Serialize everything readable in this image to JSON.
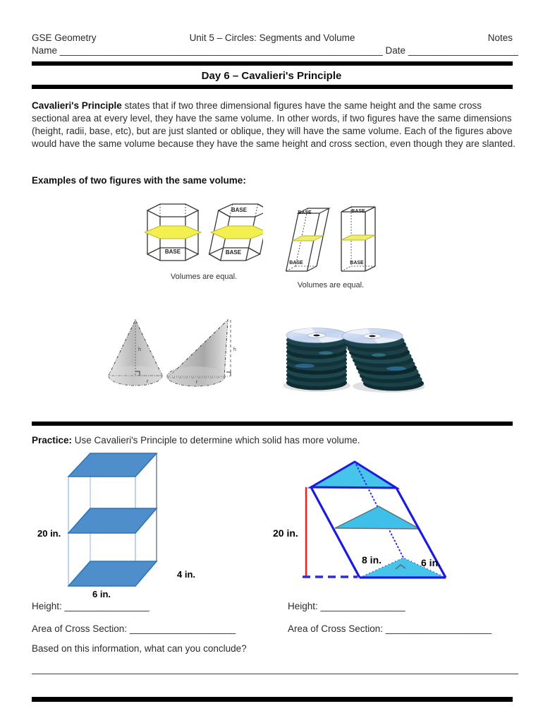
{
  "page": {
    "header": {
      "course": "GSE Geometry",
      "unit": "Unit 5 – Circles: Segments and Volume",
      "doc_type": "Notes",
      "name_label": "Name",
      "name_blank": "_____________________________________________________________",
      "date_label": "Date",
      "date_blank": "__________________________"
    },
    "title": "Day 6 – Cavalieri's Principle",
    "intro": {
      "lead": "Cavalieri's Principle",
      "body": " states that if two three dimensional figures have the same height and the same cross sectional area at every level, they have the same volume.  In other words, if two figures have the same dimensions (height, radii, base, etc), but are just slanted or oblique, they will have the same volume.  Each of the figures above would have the same volume because they have the same height and cross section, even though they are slanted."
    },
    "examples_heading": "Examples of two figures with the same volume:",
    "examples": {
      "hex": {
        "upright_base": "BASE",
        "oblique_base_top": "BASE",
        "oblique_base_bottom": "BASE",
        "caption": "Volumes are equal."
      },
      "rect": {
        "oblique_base_top": "BASE",
        "oblique_base_bottom": "BASE",
        "upright_base_top": "BASE",
        "upright_base_bottom": "BASE",
        "caption": "Volumes are equal."
      },
      "cones": {
        "height_label": "h",
        "radius_label": "r"
      }
    },
    "practice": {
      "lead": "Practice:",
      "body": " Use Cavalieri's Principle to determine which solid has more volume.",
      "left_figure": {
        "height_label": "20 in.",
        "depth_label": "4 in.",
        "width_label": "6 in."
      },
      "right_figure": {
        "height_label": "20 in.",
        "base_label": "8 in.",
        "side_label": "6 in."
      },
      "height_label": "Height:",
      "height_blank": "________________",
      "area_label": "Area of Cross Section:",
      "area_blank": "____________________",
      "conclude_question": "Based on this information, what can you conclude?",
      "answer_blank": "______________________________________________________________________________________________"
    },
    "colors": {
      "rule": "#000000",
      "cross_section_yellow": "#f3ef4e",
      "prism_blue_fill": "#4e8fcb",
      "prism_blue_edge": "#2e74b5",
      "oblique_outline_blue": "#1a1ae0",
      "triangle_fill_cyan": "#3fc0e8",
      "height_line_red": "#ff1a1a",
      "text": "#1a1a1a"
    }
  }
}
